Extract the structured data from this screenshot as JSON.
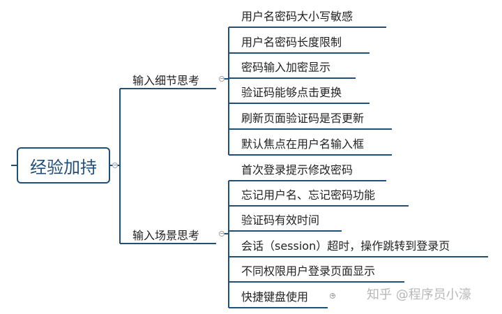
{
  "root": {
    "label": "经验加持"
  },
  "branches": [
    {
      "label": "输入细节思考",
      "items": [
        "用户名密码大小写敏感",
        "用户名密码长度限制",
        "密码输入加密显示",
        "验证码能够点击更换",
        "刷新页面验证码是否更新",
        "默认焦点在用户名输入框"
      ]
    },
    {
      "label": "输入场景思考",
      "items": [
        "首次登录提示修改密码",
        "忘记用户名、忘记密码功能",
        "验证码有效时间",
        "会话（session）超时，操作跳转到登录页",
        "不同权限用户登录页面显示",
        "快捷键盘使用"
      ]
    }
  ],
  "watermark": "知乎 @程序员小濠",
  "colors": {
    "line": "#1f4e79",
    "text": "#222222",
    "root_text": "#1f4e79"
  }
}
